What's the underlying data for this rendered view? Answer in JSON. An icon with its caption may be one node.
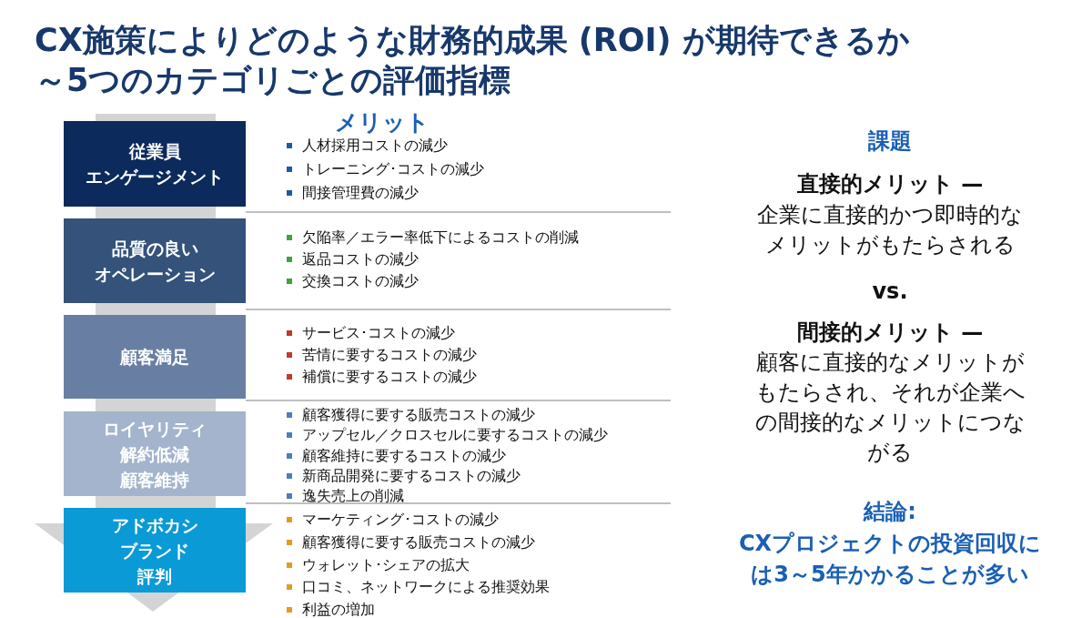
{
  "diagram": {
    "title": "CX施策によりどのような財務的成果 (ROI) が期待できるか～5つのカテゴリごとの評価指標",
    "nodes": [
      {
        "text": [
          "従業員",
          "エンゲージメント"
        ],
        "beside": [
          "人材採用コストの減少",
          "トレーニング･コストの減少",
          "間接管理費の減少"
        ]
      },
      {
        "text": [
          "品質の良い",
          "オペレーション"
        ],
        "beside": [
          "欠陥率／エラー率低下によるコストの削減",
          "返品コストの減少",
          "交換コストの減少"
        ]
      },
      {
        "text": [
          "顧客満足"
        ],
        "beside": [
          "サービス･コストの減少",
          "苦情に要するコストの減少",
          "補償に要するコストの減少"
        ]
      },
      {
        "text": [
          "ロイヤリティ",
          "解約低減",
          "顧客維持"
        ],
        "beside": [
          "顧客獲得に要する販売コストの減少",
          "アップセル／クロスセルに要するコストの減少",
          "顧客維持に要するコストの減少",
          "新商品開発に要するコストの減少",
          "逸失売上の削減"
        ]
      },
      {
        "text": [
          "アドボカシ",
          "ブランド",
          "評判"
        ],
        "beside": [
          "マーケティング･コストの減少",
          "顧客獲得に要する販売コストの減少",
          "ウォレット･シェアの拡大",
          "口コミ、ネットワークによる推奨効果",
          "利益の増加"
        ]
      }
    ],
    "labels": [
      "メリット",
      "課題",
      "直接的メリット —",
      "企業に直接的かつ即時的なメリットがもたらされる",
      "vs.",
      "間接的メリット —",
      "顧客に直接的なメリットがもたらされ、それが企業への間接的なメリットにつながる",
      "結論:",
      "CXプロジェクトの投資回収には3～5年かかることが多い"
    ]
  }
}
